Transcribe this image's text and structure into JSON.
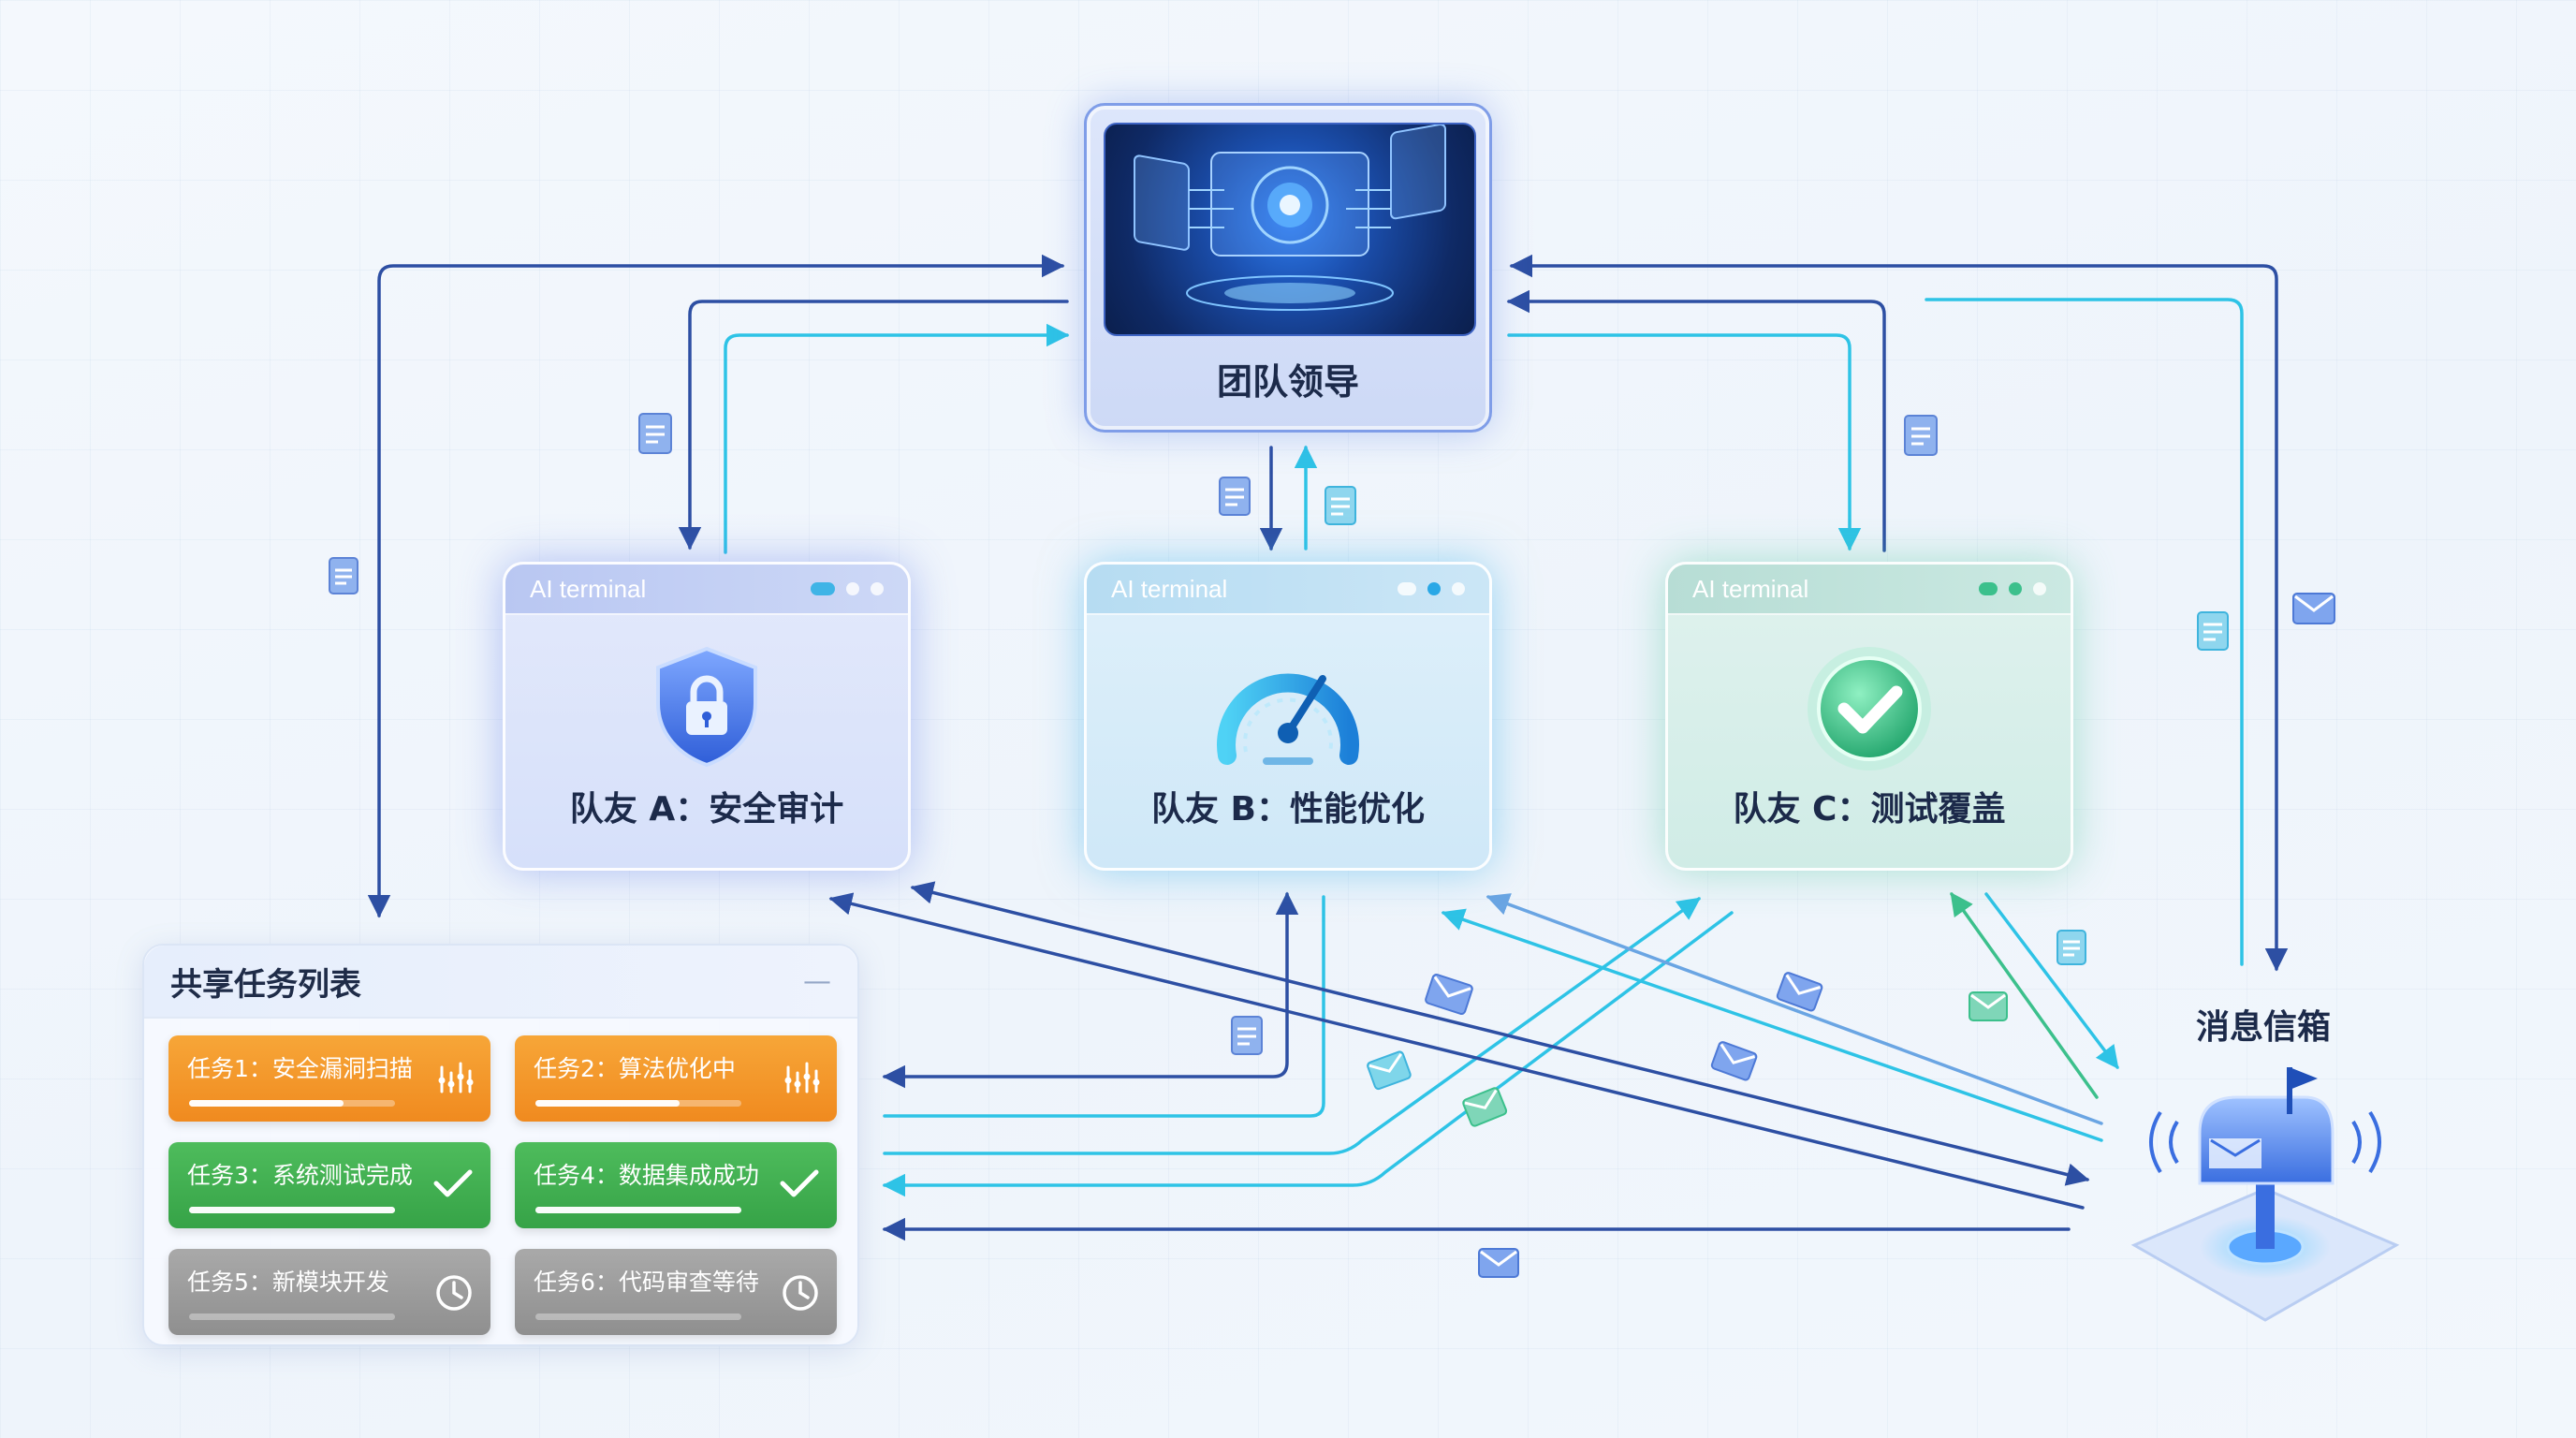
{
  "leader": {
    "label": "团队领导"
  },
  "teammates": [
    {
      "id": "a",
      "terminal": "AI terminal",
      "name": "队友 A：安全审计",
      "icon": "shield-lock-icon",
      "color": "#5a7fe8"
    },
    {
      "id": "b",
      "terminal": "AI terminal",
      "name": "队友 B：性能优化",
      "icon": "speedometer-icon",
      "color": "#2aa8e6"
    },
    {
      "id": "c",
      "terminal": "AI terminal",
      "name": "队友 C：测试覆盖",
      "icon": "check-circle-icon",
      "color": "#3cc08c"
    }
  ],
  "task_list": {
    "title": "共享任务列表",
    "minimize_symbol": "—",
    "tasks": [
      {
        "label": "任务1：安全漏洞扫描",
        "status": "in-progress",
        "progress": 0.75,
        "icon": "equalizer-icon"
      },
      {
        "label": "任务2：算法优化中",
        "status": "in-progress",
        "progress": 0.7,
        "icon": "equalizer-icon"
      },
      {
        "label": "任务3：系统测试完成",
        "status": "done",
        "progress": 1.0,
        "icon": "checkmark-icon"
      },
      {
        "label": "任务4：数据集成成功",
        "status": "done",
        "progress": 1.0,
        "icon": "checkmark-icon"
      },
      {
        "label": "任务5：新模块开发",
        "status": "waiting",
        "progress": 0.0,
        "icon": "clock-icon"
      },
      {
        "label": "任务6：代码审查等待",
        "status": "waiting",
        "progress": 0.0,
        "icon": "clock-icon"
      }
    ]
  },
  "mailbox": {
    "label": "消息信箱",
    "icon": "mailbox-icon"
  },
  "colors": {
    "dark_blue": "#2d4fa3",
    "cyan": "#2ec3e6",
    "green": "#3cc08c",
    "orange": "#f08a1f",
    "gray": "#9a9a9a"
  }
}
